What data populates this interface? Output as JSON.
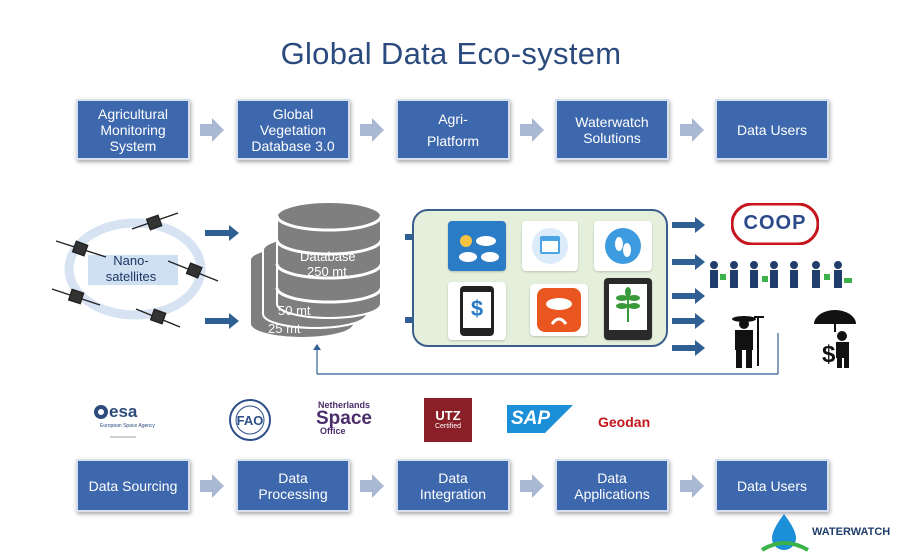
{
  "title": "Global Data Eco-system",
  "top_flow": [
    {
      "label": "Agricultural\nMonitoring\nSystem"
    },
    {
      "label": "Global\nVegetation\nDatabase 3.0"
    },
    {
      "label": "Agri-\nPlatform"
    },
    {
      "label": "Waterwatch\nSolutions"
    },
    {
      "label": "Data Users"
    }
  ],
  "bottom_flow": [
    {
      "label": "Data Sourcing"
    },
    {
      "label": "Data\nProcessing"
    },
    {
      "label": "Data\nIntegration"
    },
    {
      "label": "Data\nApplications"
    },
    {
      "label": "Data Users"
    }
  ],
  "satellites": {
    "label": "Nano-\nsatellites"
  },
  "database": {
    "label_main": "Database",
    "size_main": "250 mt",
    "size_mid": "50 mt",
    "size_low": "25 mt"
  },
  "logos": {
    "esa": "esa",
    "esa_sub": "European Space Agency",
    "nso_line1": "Netherlands",
    "nso_line2": "Space",
    "nso_line3": "Office",
    "utz_line1": "UTZ",
    "utz_line2": "Certified",
    "sap": "SAP",
    "geodan": "Geodan",
    "coop": "COOP",
    "waterwatch": "WATERWATCH"
  },
  "colors": {
    "box": "#3e68ad",
    "arrow": "#a9b9d4",
    "title": "#2b4a7d",
    "panel": "#e5f0dc",
    "dark_arrow": "#2f5f93"
  }
}
